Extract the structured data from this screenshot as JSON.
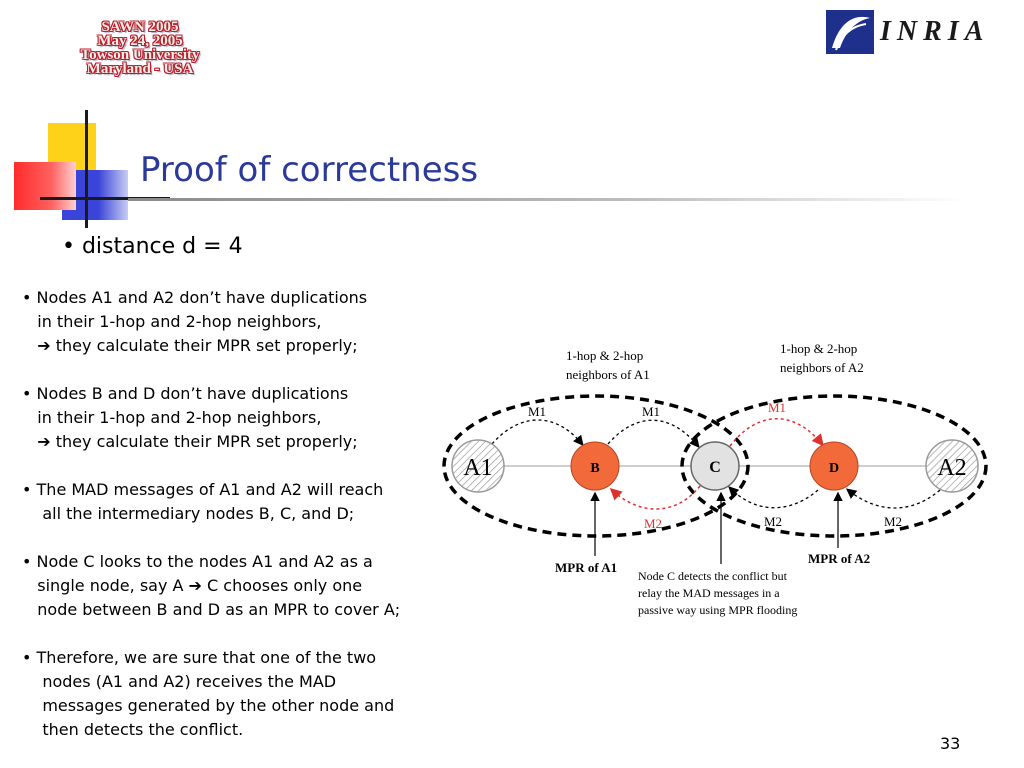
{
  "event": {
    "lines": [
      "SAWN 2005",
      "May 24, 2005",
      "Towson University",
      "Maryland - USA"
    ]
  },
  "logo": {
    "text": "INRIA",
    "mark": "inria-swoosh-icon"
  },
  "slide": {
    "title": "Proof of correctness",
    "subtitle": "• distance d = 4",
    "page_number": "33"
  },
  "bullets": [
    "• Nodes A1 and A2 don’t have duplications\n   in their 1-hop and 2-hop neighbors,\n   ➔ they calculate their MPR set properly;",
    "• Nodes B and D don’t have duplications\n   in their 1-hop and 2-hop neighbors,\n   ➔ they calculate their MPR set properly;",
    "• The MAD messages of A1 and A2 will reach\n    all the intermediary nodes B, C, and D;",
    "• Node C looks to the nodes A1 and A2 as a\n   single node, say A ➔ C chooses only one\n   node between B and D as an MPR to cover A;",
    "• Therefore, we are sure that one of the two\n    nodes (A1 and A2) receives the MAD\n    messages generated by the other node and\n    then detects the conflict."
  ],
  "diagram": {
    "nodes": {
      "a1": "A1",
      "b": "B",
      "c": "C",
      "d": "D",
      "a2": "A2"
    },
    "region_a1": [
      "1-hop & 2-hop",
      "neighbors of A1"
    ],
    "region_a2": [
      "1-hop & 2-hop",
      "neighbors of A2"
    ],
    "labels": {
      "m1_a1_b": "M1",
      "m1_b_c": "M1",
      "m1_c_d": "M1",
      "m2_c_b": "M2",
      "m2_d_c": "M2",
      "m2_a2_d": "M2",
      "mpr_a1": "MPR of A1",
      "mpr_a2": "MPR of A2"
    },
    "note": [
      "Node C detects the conflict but",
      "relay the MAD messages in a",
      "passive way using MPR flooding"
    ],
    "colors": {
      "orange_node": "#f26a3a",
      "gray_node": "#e2e2e2",
      "red_arrow": "#e0302e",
      "title_blue": "#2b3a9a"
    }
  }
}
